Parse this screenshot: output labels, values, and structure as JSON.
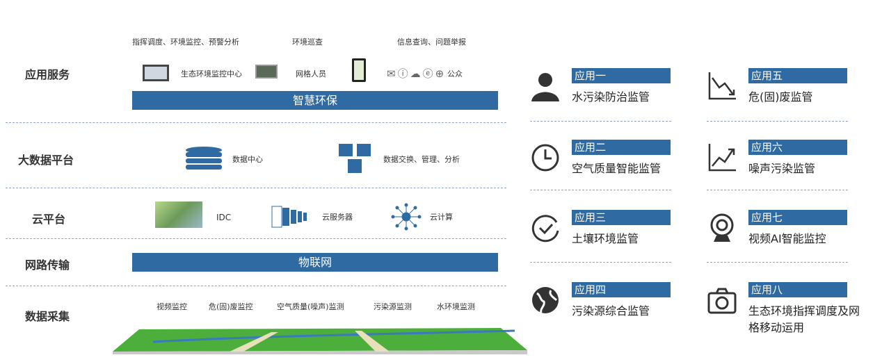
{
  "layers": [
    "应用服务",
    "大数据平台",
    "云平台",
    "网路传输",
    "数据采集"
  ],
  "app_service": {
    "captions": [
      "指挥调度、环境监控、预警分析",
      "环境巡查",
      "信息查询、问题举报"
    ],
    "items": [
      "生态环境监控中心",
      "网格人员",
      "公众"
    ],
    "bar": "智慧环保"
  },
  "big_data": {
    "items": [
      "数据中心",
      "数据交换、管理、分析"
    ]
  },
  "cloud": {
    "items": [
      "IDC",
      "云服务器",
      "云计算"
    ]
  },
  "network": {
    "bar": "物联网"
  },
  "collection": {
    "items": [
      "视频监控",
      "危(固)废监控",
      "空气质量(噪声)监测",
      "污染源监测",
      "水环境监测"
    ]
  },
  "apps": [
    {
      "label": "应用一",
      "desc": "水污染防治监管",
      "icon": "person-icon"
    },
    {
      "label": "应用二",
      "desc": "空气质量智能监管",
      "icon": "clock-icon"
    },
    {
      "label": "应用三",
      "desc": "土壤环境监管",
      "icon": "clock-check-icon"
    },
    {
      "label": "应用四",
      "desc": "污染源综合监管",
      "icon": "globe-icon"
    },
    {
      "label": "应用五",
      "desc": "危(固)废监管",
      "icon": "chart-down-icon"
    },
    {
      "label": "应用六",
      "desc": "噪声污染监管",
      "icon": "chart-up-icon"
    },
    {
      "label": "应用七",
      "desc": "视频AI智能监控",
      "icon": "webcam-icon"
    },
    {
      "label": "应用八",
      "desc": "生态环境指挥调度及网格移动运用",
      "icon": "camera-icon"
    }
  ],
  "colors": {
    "accent": "#2f6aa3"
  }
}
